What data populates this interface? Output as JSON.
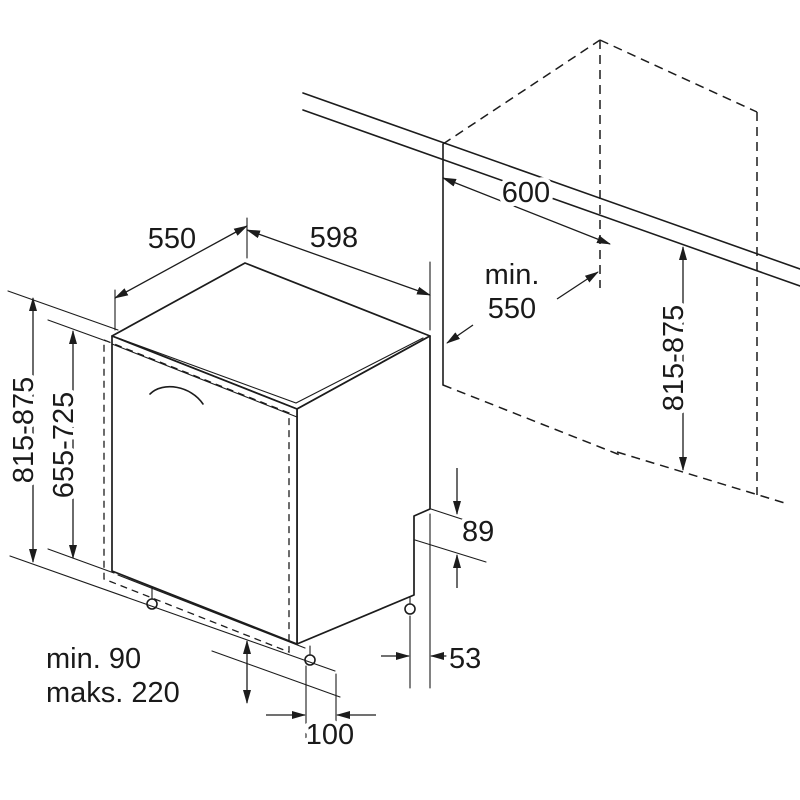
{
  "page": {
    "background": "#ffffff",
    "line_color": "#1c1c1c",
    "text_color": "#1a1a1a"
  },
  "diagram": {
    "type": "installation-dimension-drawing",
    "subject": "built-under dishwasher with installation niche",
    "labels": {
      "top_depth": "550",
      "top_width": "598",
      "niche_width": "600",
      "niche_depth_prefix": "min.",
      "niche_depth_value": "550",
      "appliance_height": "815-875",
      "door_height": "655-725",
      "niche_height": "815-875",
      "rear_base_height": "89",
      "rear_foot_offset": "53",
      "front_foot_offset": "100",
      "plinth_min": "min. 90",
      "plinth_max": "maks. 220"
    }
  }
}
